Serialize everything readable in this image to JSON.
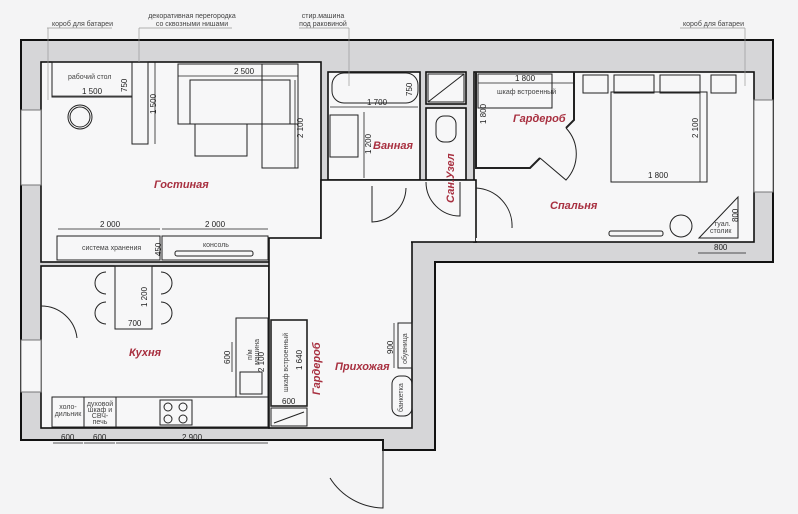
{
  "plan": {
    "colors": {
      "background": "#f4f4f5",
      "wall_fill": "#d6d6d8",
      "wall_stroke": "#111111",
      "floor": "#f7f7f8",
      "room_label": "#a83040",
      "line": "#222222"
    },
    "callouts": [
      {
        "id": "battery-box-left",
        "text": "короб для батареи"
      },
      {
        "id": "decor-partition",
        "line1": "декоративная перегородка",
        "line2": "со сквозными нишами"
      },
      {
        "id": "washer-under-sink",
        "line1": "стир.машина",
        "line2": "под раковиной"
      },
      {
        "id": "battery-box-right",
        "text": "короб для батареи"
      }
    ],
    "rooms": {
      "living": "Гостиная",
      "bathroom": "Ванная",
      "toilet": "Сан.Узел",
      "wardrobe_bedroom": "Гардероб",
      "bedroom": "Спальня",
      "kitchen": "Кухня",
      "wardrobe_hall": "Гардероб",
      "hallway": "Прихожая"
    },
    "furniture": {
      "desk": "рабочий стол",
      "storage_system": "система хранения",
      "console": "консоль",
      "built_in_closet_bedroom": "шкаф встроенный",
      "dressing_table_l1": "туал.",
      "dressing_table_l2": "столик",
      "fridge_l1": "холо-",
      "fridge_l2": "дильник",
      "oven_l1": "духовой",
      "oven_l2": "шкаф и",
      "oven_l3": "СВЧ-",
      "oven_l4": "печь",
      "dishwasher_l1": "п/м",
      "dishwasher_l2": "машина",
      "built_in_closet_hall": "шкаф встроенный",
      "shoe_rack": "обувница",
      "bench": "банкетка"
    },
    "dimensions": {
      "desk_width": "1 500",
      "desk_depth": "750",
      "partition_len": "1 500",
      "sofa_width": "2 500",
      "sofa_depth": "2 100",
      "storage_width": "2 000",
      "console_width": "2 000",
      "storage_depth": "450",
      "bath_len": "1 700",
      "bath_width": "750",
      "sink_len": "1 200",
      "closet_width": "1 800",
      "closet_depth": "1 800",
      "bed_len": "2 100",
      "bed_width": "1 800",
      "dressing_w": "800",
      "dressing_d": "800",
      "table_len": "1 200",
      "table_width": "700",
      "dishwasher_len": "600",
      "counter_side": "2 100",
      "fridge_w": "600",
      "oven_w": "600",
      "counter_w": "2 900",
      "hall_closet_len": "1 640",
      "hall_closet_w": "600",
      "shoe_len": "900"
    }
  }
}
